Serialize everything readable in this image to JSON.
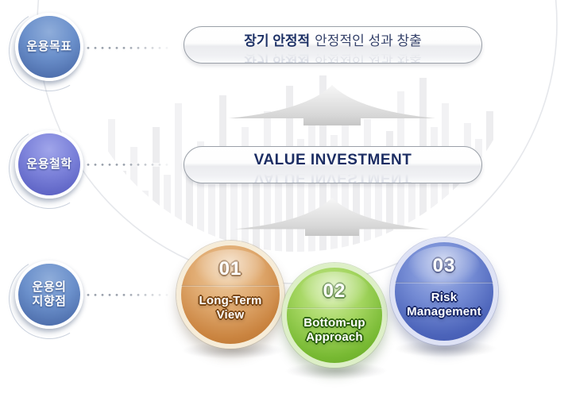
{
  "left_rail": {
    "items": [
      {
        "id": "goal",
        "lines": [
          "운용목표"
        ]
      },
      {
        "id": "philosophy",
        "lines": [
          "운용철학"
        ]
      },
      {
        "id": "focus",
        "lines": [
          "운용의",
          "지향점"
        ]
      }
    ]
  },
  "banners": {
    "goal": {
      "text_bold": "장기 안정적",
      "text_rest": "안정적인 성과 창출"
    },
    "philosophy": {
      "text": "VALUE INVESTMENT"
    }
  },
  "spheres": [
    {
      "number": "01",
      "label_line1": "Long-Term",
      "label_line2": "View",
      "accent": "#c8823f"
    },
    {
      "number": "02",
      "label_line1": "Bottom-up",
      "label_line2": "Approach",
      "accent": "#76b832"
    },
    {
      "number": "03",
      "label_line1": "Risk",
      "label_line2": "Management",
      "accent": "#4c64ba"
    }
  ],
  "colors": {
    "badge_blue": "#6b90cb",
    "badge_purple": "#7c82da",
    "banner_text": "#1d3166",
    "arrow_gray": "#d2d2d2"
  }
}
